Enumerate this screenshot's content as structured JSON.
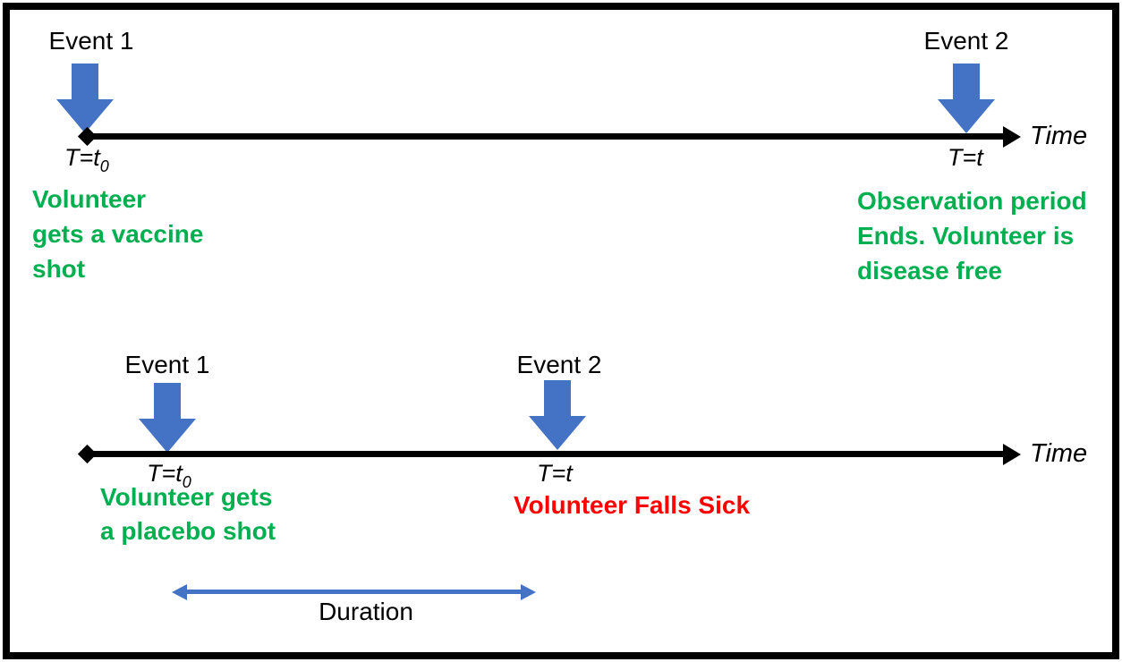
{
  "colors": {
    "accent_blue": "#4472C4",
    "green": "#00B050",
    "red": "#FF0000",
    "axis_black": "#000000"
  },
  "timelines": [
    {
      "id": "vaccine-timeline",
      "axis_label": "Time",
      "events": [
        {
          "label": "Event 1",
          "time_main": "T=t",
          "time_sub": "0",
          "description": "Volunteer\ngets a vaccine\nshot"
        },
        {
          "label": "Event 2",
          "time_main": "T=t",
          "time_sub": "",
          "description": "Observation period\nEnds. Volunteer is\ndisease free"
        }
      ]
    },
    {
      "id": "placebo-timeline",
      "axis_label": "Time",
      "events": [
        {
          "label": "Event 1",
          "time_main": "T=t",
          "time_sub": "0",
          "description": "Volunteer gets\na placebo shot"
        },
        {
          "label": "Event 2",
          "time_main": "T=t",
          "time_sub": "",
          "description": "Volunteer Falls Sick"
        }
      ],
      "duration_label": "Duration"
    }
  ]
}
